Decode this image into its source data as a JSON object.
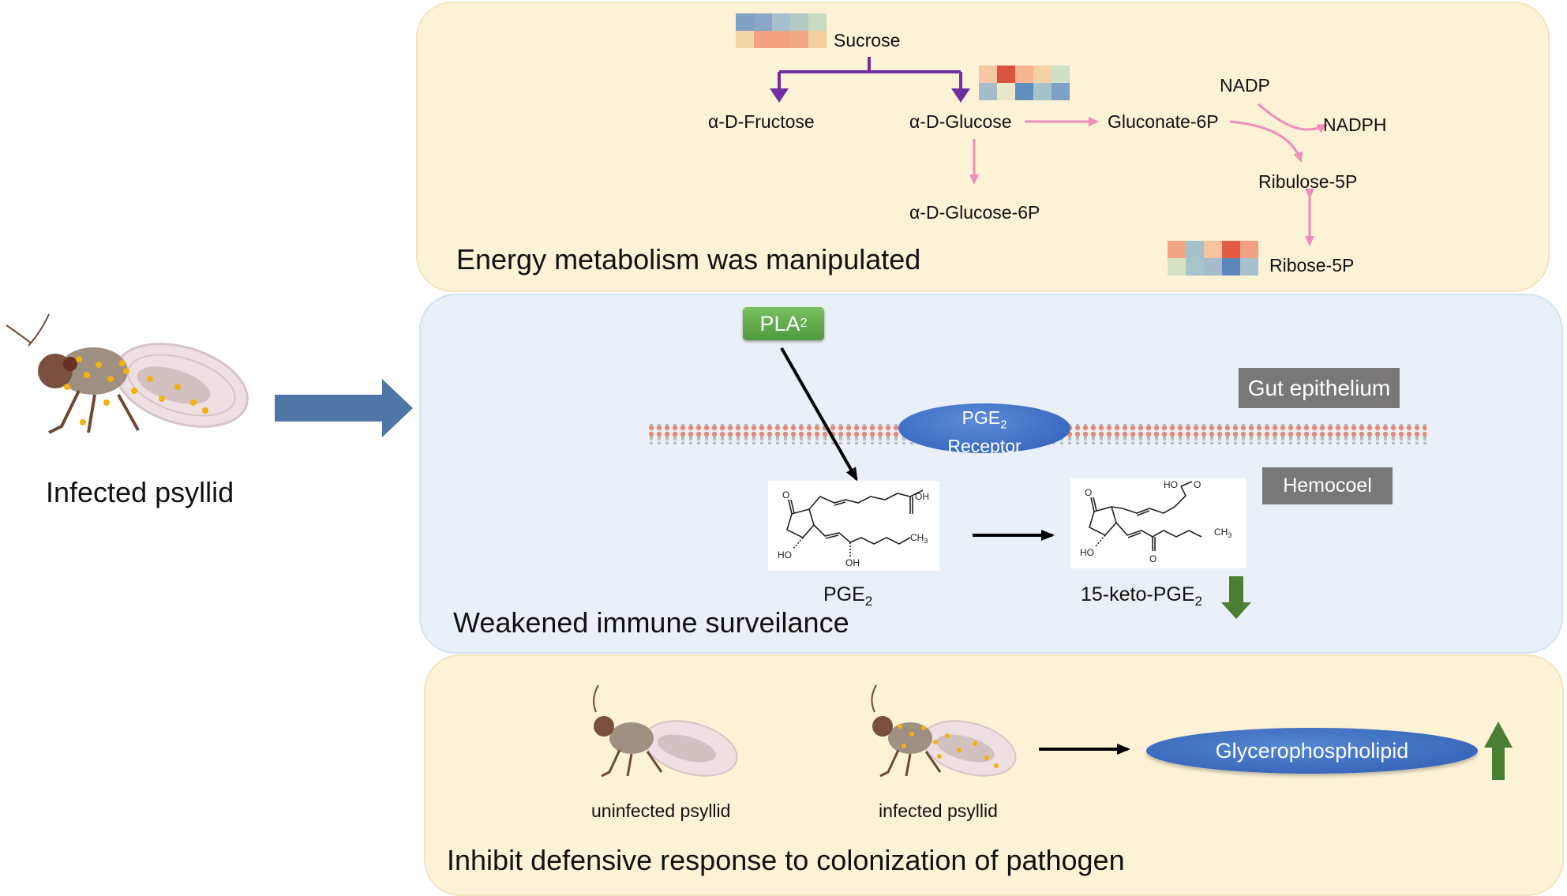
{
  "left": {
    "label": "Infected psyllid"
  },
  "energy": {
    "title": "Energy metabolism was manipulated",
    "sucrose": "Sucrose",
    "fructose": "α-D-Fructose",
    "glucose": "α-D-Glucose",
    "glucose6p": "α-D-Glucose-6P",
    "gluconate": "Gluconate-6P",
    "nadp": "NADP",
    "nadph": "NADPH",
    "ribulose": "Ribulose-5P",
    "ribose": "Ribose-5P",
    "heatmap_colors": {
      "sucrose": [
        [
          "#7fa1c4",
          "#8aa6c8",
          "#a7c0cf",
          "#b5c9c4",
          "#cad9c1"
        ],
        [
          "#f6d6a4",
          "#f3a17f",
          "#f2a27d",
          "#f0a983",
          "#f3cfa0"
        ]
      ],
      "glucose": [
        [
          "#f6c8a2",
          "#d8543f",
          "#f5b691",
          "#f6d3a4",
          "#cfe0c4"
        ],
        [
          "#a5bcc9",
          "#e9e7c5",
          "#5f8fbf",
          "#a5c3cc",
          "#7ea2c6"
        ]
      ],
      "ribose": [
        [
          "#f2a584",
          "#a7c1cc",
          "#f6c49e",
          "#e45c44",
          "#f0a183"
        ],
        [
          "#d5e2c4",
          "#a5c4cc",
          "#a6bccc",
          "#5c86bb",
          "#a7c2cd"
        ]
      ]
    }
  },
  "immune": {
    "title": "Weakened immune surveilance",
    "pla": "PLA",
    "pla_sub": "2",
    "receptor_line1": "PGE",
    "receptor_sub": "2",
    "receptor_line2": "Receptor",
    "gut": "Gut epithelium",
    "hemocoel": "Hemocoel",
    "pge_label": "PGE",
    "pge_sub": "2",
    "keto_label": "15-keto-PGE",
    "keto_sub": "2",
    "mol1": {
      "o": "O",
      "oh1": "OH",
      "ho": "HO",
      "oh2": "OH",
      "ch3": "CH",
      "ch3_sub": "3"
    },
    "mol2": {
      "o": "O",
      "hoo": "HO",
      "o2": "O",
      "ho": "HO",
      "o3": "O",
      "ch3": "CH",
      "ch3_sub": "3"
    }
  },
  "defense": {
    "title": "Inhibit defensive response to colonization of pathogen",
    "uninfected": "uninfected psyllid",
    "infected": "infected psyllid",
    "glyco": "Glycerophospholipid"
  },
  "colors": {
    "arrow_blue": "#4f76a7",
    "purple": "#6f2fa0",
    "pink": "#f08cba",
    "green": "#4a7e34"
  }
}
